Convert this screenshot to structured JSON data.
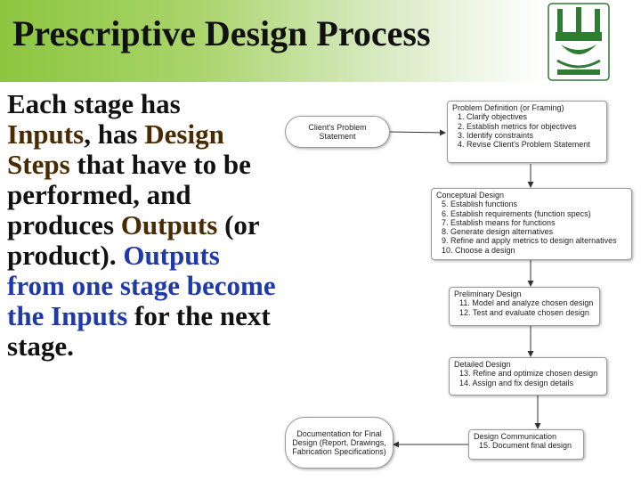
{
  "slide": {
    "title": "Prescriptive Design Process"
  },
  "body": {
    "part1_a": "Each stage has",
    "part1_b": "Inputs",
    "part1_c": ", has ",
    "part1_d": "Design",
    "part1_e": "Steps",
    "part1_f": " that have to be performed, and produces ",
    "part1_g": "Outputs",
    "part1_h": " (or product). ",
    "part2_a": "Outputs",
    "part2_b": " from one stage become the ",
    "part2_c": "Inputs",
    "part2_d": " for the next stage."
  },
  "diagram": {
    "problem_statement": "Client's Problem Statement",
    "documentation": "Documentation for Final Design (Report, Drawings, Fabrication Specifications)",
    "stages": [
      {
        "heading": "Problem Definition (or Framing)",
        "items": [
          "1. Clarify objectives",
          "2. Establish metrics for objectives",
          "3. Identify constraints",
          "4. Revise Client's Problem Statement"
        ]
      },
      {
        "heading": "Conceptual Design",
        "items": [
          "5. Establish functions",
          "6. Establish requirements (function specs)",
          "7. Establish means for functions",
          "8. Generate design alternatives",
          "9. Refine and apply metrics to design alternatives",
          "10. Choose a design"
        ]
      },
      {
        "heading": "Preliminary Design",
        "items": [
          "11. Model and analyze chosen design",
          "12. Test and evaluate chosen design"
        ]
      },
      {
        "heading": "Detailed Design",
        "items": [
          "13. Refine and optimize chosen design",
          "14. Assign and fix design details"
        ]
      },
      {
        "heading": "Design Communication",
        "items": [
          "15. Document final design"
        ]
      }
    ]
  },
  "colors": {
    "title_bar_green": "#8cc63f",
    "logo_green": "#2e7d32",
    "highlight_blue": "#1f3aa8"
  },
  "icons": {
    "logo": "university-crest-logo"
  }
}
